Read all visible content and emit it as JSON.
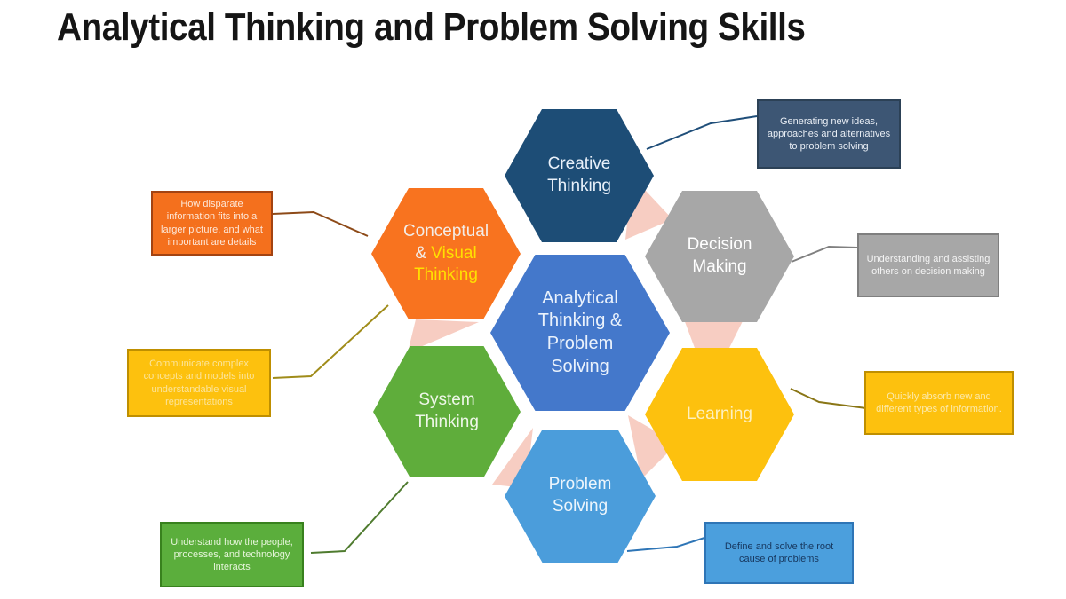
{
  "title": "Analytical Thinking and Problem Solving Skills",
  "petal_color": "#f7cdc2",
  "nodes": {
    "creative": {
      "label": "Creative\nThinking",
      "color": "#1d4d76",
      "text_color": "#e9f1fa"
    },
    "decision": {
      "label": "Decision\nMaking",
      "color": "#a7a7a7",
      "text_color": "#ffffff"
    },
    "conceptual": {
      "white_part": "Conceptual\n& ",
      "yellow_part": "Visual\nThinking",
      "color": "#f8731f",
      "text_color": "#f3ece6",
      "accent_color": "#ffe100"
    },
    "center": {
      "label": "Analytical\nThinking &\nProblem\nSolving",
      "color": "#4478cb",
      "text_color": "#eaf2fc"
    },
    "system": {
      "label": "System\nThinking",
      "color": "#5fad3b",
      "text_color": "#eef7e8"
    },
    "learning": {
      "label": "Learning",
      "color": "#fdc10e",
      "text_color": "#fdf0c0"
    },
    "problem": {
      "label": "Problem\nSolving",
      "color": "#4b9ddb",
      "text_color": "#ecf5fc"
    }
  },
  "callouts": {
    "creative": {
      "text": "Generating new ideas, approaches and alternatives to problem solving",
      "bg": "#3d5674",
      "border": "#2c4156",
      "text_color": "#e9eef5"
    },
    "decision": {
      "text": "Understanding and assisting others on decision making",
      "bg": "#a7a7a7",
      "border": "#7f7f7f",
      "text_color": "#f4f4f4"
    },
    "learning": {
      "text": "Quickly absorb new and different types of information.",
      "bg": "#fdc10e",
      "border": "#bf8f00",
      "text_color": "#fce9a8"
    },
    "problem": {
      "text": "Define and solve the root cause of problems",
      "bg": "#4b9fdd",
      "border": "#2e75b6",
      "text_color": "#17375e"
    },
    "system": {
      "text": "Understand how the people, processes, and technology interacts",
      "bg": "#5bae3c",
      "border": "#38811d",
      "text_color": "#e6f5da"
    },
    "visual": {
      "text": "Communicate complex concepts and models into understandable visual representations",
      "bg": "#fdc10e",
      "border": "#bf8f00",
      "text_color": "#fbe49b"
    },
    "conceptual": {
      "text": "How disparate information fits into a larger picture, and what important are details",
      "bg": "#f4701d",
      "border": "#a34312",
      "text_color": "#fde7d8"
    }
  },
  "connector_colors": {
    "creative": "#1f4e79",
    "decision": "#808080",
    "learning": "#8a7616",
    "problem": "#2e75b6",
    "system": "#4f7b2f",
    "visual": "#a08c1a",
    "conceptual": "#8d4a18"
  }
}
